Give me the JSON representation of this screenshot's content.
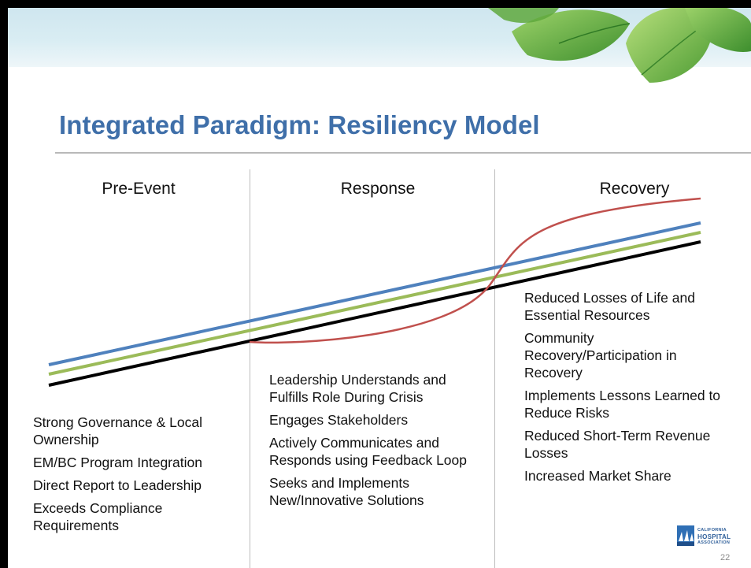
{
  "slide": {
    "title": "Integrated Paradigm: Resiliency Model",
    "page_number": "22"
  },
  "columns": [
    {
      "heading": "Pre-Event",
      "items": [
        "Strong Governance & Local Ownership",
        "EM/BC Program Integration",
        "Direct Report to Leadership",
        "Exceeds Compliance Requirements"
      ]
    },
    {
      "heading": "Response",
      "items": [
        "Leadership Understands and Fulfills Role During Crisis",
        "Engages Stakeholders",
        "Actively Communicates and Responds using Feedback Loop",
        "Seeks and Implements New/Innovative Solutions"
      ]
    },
    {
      "heading": "Recovery",
      "items": [
        "Reduced Losses of Life and Essential Resources",
        "Community Recovery/Participation in Recovery",
        "Implements Lessons Learned to Reduce Risks",
        "Reduced Short-Term Revenue Losses",
        "Increased Market Share"
      ]
    }
  ],
  "logo": {
    "line1": "CALIFORNIA",
    "line2": "HOSPITAL",
    "line3": "ASSOCIATION"
  },
  "colors": {
    "title": "#3f6fa9",
    "line_blue": "#4f81bd",
    "line_green": "#9bbb59",
    "line_black": "#000000",
    "curve_red": "#c0504d"
  },
  "icons": [
    "leaves-decoration",
    "hospital-logo-mark"
  ]
}
